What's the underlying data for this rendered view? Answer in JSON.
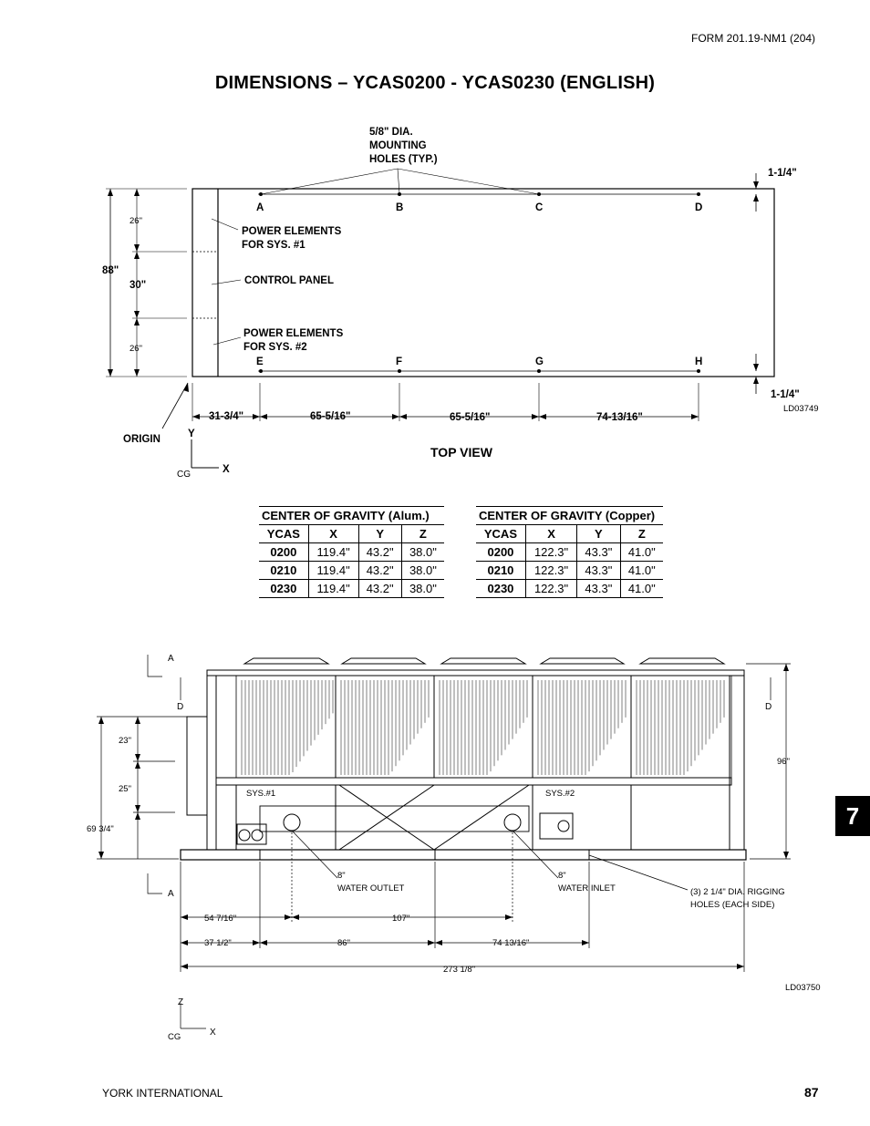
{
  "header": {
    "form_id": "FORM 201.19-NM1 (204)"
  },
  "page_title": "DIMENSIONS – YCAS0200 -  YCAS0230 (ENGLISH)",
  "section_tab": "7",
  "top_view": {
    "mounting_holes_label": [
      "5/8\" DIA.",
      "MOUNTING",
      "HOLES (TYP.)"
    ],
    "hole_letters_top": [
      "A",
      "B",
      "C",
      "D"
    ],
    "hole_letters_bottom": [
      "E",
      "F",
      "G",
      "H"
    ],
    "power_elements_1": [
      "POWER ELEMENTS",
      "FOR SYS. #1"
    ],
    "control_panel": "CONTROL PANEL",
    "power_elements_2": [
      "POWER ELEMENTS",
      "FOR SYS. #2"
    ],
    "dims": {
      "overall_width": "88\"",
      "upper": "26\"",
      "middle": "30\"",
      "lower": "26\"",
      "edge_top": "1-1/4\"",
      "edge_bottom": "1-1/4\"",
      "origin_to_first": "31-3/4\"",
      "span_1": "65-5/16\"",
      "span_2": "65-5/16\"",
      "span_3": "74-13/16\""
    },
    "origin_label": "ORIGIN",
    "axis_y": "Y",
    "axis_x": "X",
    "cg_symbol": "CG",
    "drawing_id": "LD03749",
    "caption": "TOP VIEW"
  },
  "cg_tables": [
    {
      "title": "CENTER OF GRAVITY (Alum.)",
      "headers": [
        "YCAS",
        "X",
        "Y",
        "Z"
      ],
      "rows": [
        [
          "0200",
          "119.4\"",
          "43.2\"",
          "38.0\""
        ],
        [
          "0210",
          "119.4\"",
          "43.2\"",
          "38.0\""
        ],
        [
          "0230",
          "119.4\"",
          "43.2\"",
          "38.0\""
        ]
      ]
    },
    {
      "title": "CENTER OF GRAVITY (Copper)",
      "headers": [
        "YCAS",
        "X",
        "Y",
        "Z"
      ],
      "rows": [
        [
          "0200",
          "122.3\"",
          "43.3\"",
          "41.0\""
        ],
        [
          "0210",
          "122.3\"",
          "43.3\"",
          "41.0\""
        ],
        [
          "0230",
          "122.3\"",
          "43.3\"",
          "41.0\""
        ]
      ]
    }
  ],
  "side_view": {
    "section_a_top": "A",
    "section_a_bottom": "A",
    "section_d_left": "D",
    "section_d_right": "D",
    "dims": {
      "upper": "23\"",
      "lower": "25\"",
      "total_left": "69 3/4\"",
      "height_right": "96\"",
      "water_outlet_size": "8\"",
      "water_inlet_size": "8\"",
      "row1_a": "54 7/16\"",
      "row1_b": "107\"",
      "row2_a": "37 1/2\"",
      "row2_b": "86\"",
      "row2_c": "74 13/16\"",
      "overall_length": "273 1/8\""
    },
    "sys1": "SYS.#1",
    "sys2": "SYS.#2",
    "water_outlet": "WATER OUTLET",
    "water_inlet": "WATER INLET",
    "rigging_note": [
      "(3) 2 1/4\" DIA. RIGGING",
      "HOLES (EACH SIDE)"
    ],
    "axis_z": "Z",
    "axis_x": "X",
    "cg_symbol": "CG",
    "drawing_id": "LD03750"
  },
  "footer": {
    "company": "YORK INTERNATIONAL",
    "page_number": "87"
  }
}
